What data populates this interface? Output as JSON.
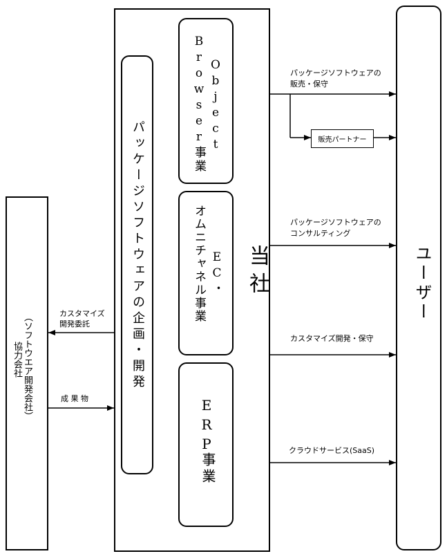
{
  "nodes": {
    "company": "当社",
    "users": "ユーザー",
    "partner_company_line1": "協力会社",
    "partner_company_line2": "（ソフトウエア開発会社）",
    "planning": "パッケージソフトウェアの企画・開発",
    "ob_line1": "Object",
    "ob_line2": "Browser事業",
    "ec_line1": "EC・",
    "ec_line2": "オムニチャネル事業",
    "erp_line1": "ERP",
    "erp_line2": "事業",
    "sales_partner": "販売パートナー"
  },
  "edges": {
    "custom_dev_request_line1": "カスタマイズ",
    "custom_dev_request_line2": "開発委託",
    "deliverables": "成 果 物",
    "sales_line1": "パッケージソフトウェアの",
    "sales_line2": "販売・保守",
    "consulting_line1": "パッケージソフトウェアの",
    "consulting_line2": "コンサルティング",
    "custom_maintenance": "カスタマイズ開発・保守",
    "cloud_service": "クラウドサービス(SaaS)"
  },
  "colors": {
    "stroke": "#000000",
    "background": "#ffffff"
  }
}
